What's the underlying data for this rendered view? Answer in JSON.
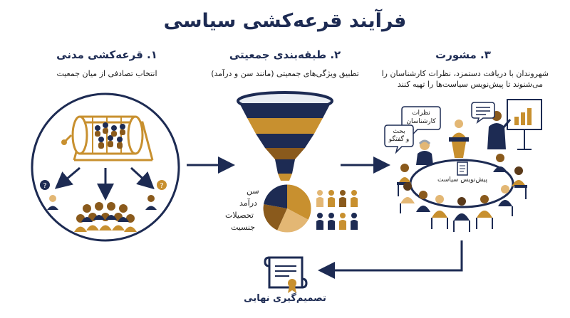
{
  "title": "فرآیند قرعه‌کشی سیاسی",
  "steps": [
    {
      "title": "۱. قرعه‌کشی مدنی",
      "desc": "انتخاب تصادفی از میان جمعیت"
    },
    {
      "title": "۲. طبقه‌بندی جمعیتی",
      "desc": "تطبیق ویژگی‌های جمعیتی (مانند سن و درآمد)"
    },
    {
      "title": "۳. مشورت",
      "desc_line1": "شهروندان با دریافت دستمزد، نظرات کارشناسان را",
      "desc_line2": "می‌شنوند تا پیش‌نویس سیاست‌ها را تهیه کنند"
    }
  ],
  "demographics": [
    "سن",
    "درآمد",
    "تحصیلات",
    "جنسیت"
  ],
  "bubbles": {
    "expert_line1": "نظرات",
    "expert_line2": "کارشناسان",
    "debate_line1": "بحث",
    "debate_line2": "و گفتگو"
  },
  "draft_label": "پیش‌نویس سیاست",
  "final_label": "تصمیم‌گیری نهایی",
  "colors": {
    "navy": "#1d2b53",
    "gold": "#c8902f",
    "brown": "#8a5a1c",
    "tan": "#e3b774"
  }
}
